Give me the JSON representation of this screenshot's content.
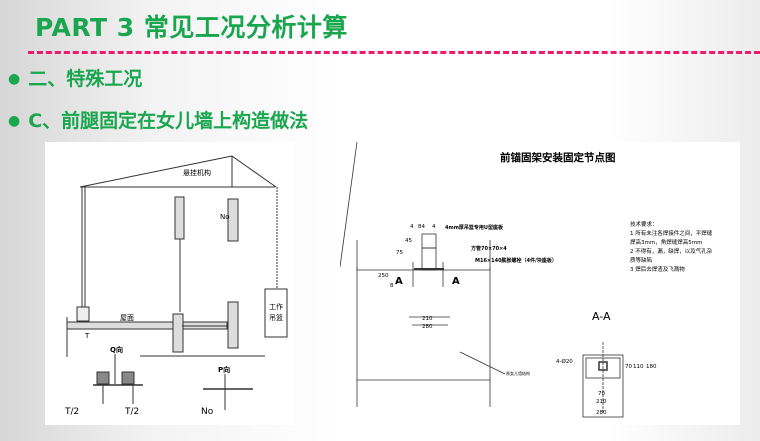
{
  "slide": {
    "title": "PART 3  常见工况分析计算",
    "bullets": [
      "二、特殊工况",
      "C、前腿固定在女儿墙上构造做法"
    ]
  },
  "left_diagram": {
    "label_mechanism": "悬挂机构",
    "label_roof": "屋面",
    "label_nd": "No",
    "label_t": "T",
    "label_cradle": [
      "工作",
      "吊篮"
    ],
    "label_q": "Q向",
    "label_p": "P向",
    "label_t2_left": "T/2",
    "label_t2_right": "T/2",
    "label_nd_bottom": "No"
  },
  "right_diagram": {
    "title": "前锚固架安装固定节点图",
    "dims_top": [
      "4",
      "84",
      "4"
    ],
    "dims_side": [
      "45",
      "75",
      "250",
      "8"
    ],
    "dims_bottom": [
      "210",
      "280"
    ],
    "callouts": [
      "4mm厚吊篮专用U型座板",
      "方管70×70×4",
      "M16×140膨胀螺栓（4件/块座板）"
    ],
    "section_mark": "A",
    "section_title": "A-A",
    "section_dims": [
      "4-Ø20",
      "70",
      "110",
      "180",
      "70",
      "210",
      "280"
    ],
    "tech_title": "技术要求：",
    "tech_lines": [
      "1 所有未注各焊接件之间，平焊缝",
      "焊高3mm，角焊缝焊高5mm",
      "2 不得有，漏，缺焊，以及气孔杂",
      "质等缺陷",
      "3 焊后去焊渣及飞溅物"
    ],
    "wall_note": "原女儿墙结构"
  }
}
